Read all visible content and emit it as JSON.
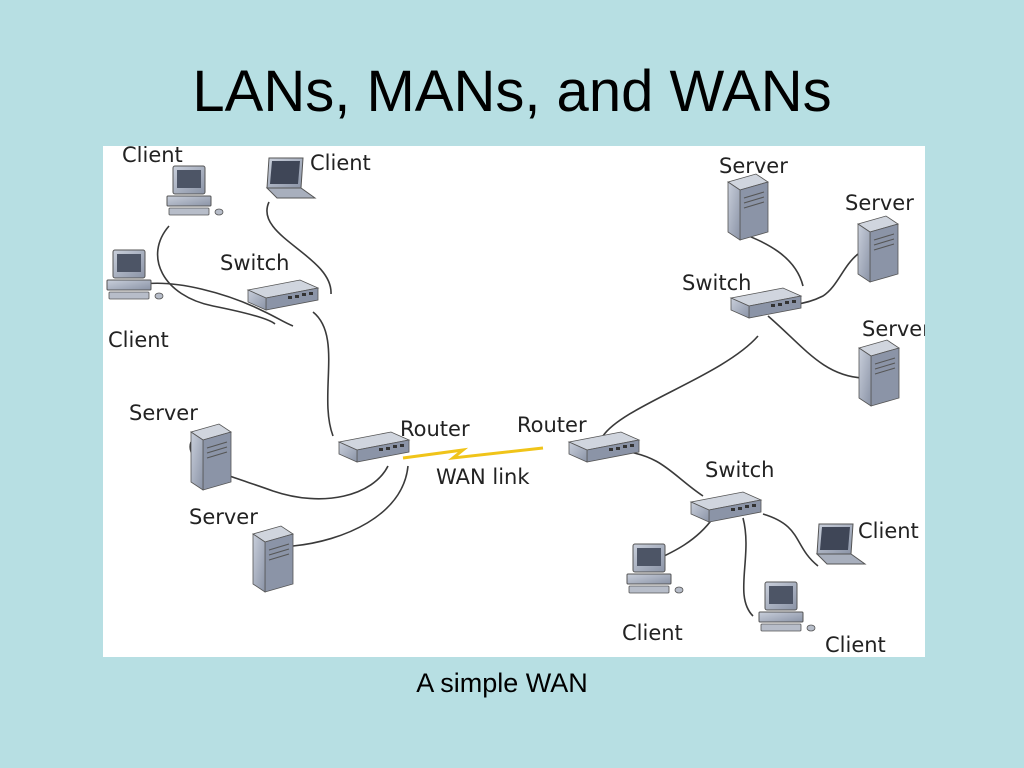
{
  "title": "LANs, MANs, and WANs",
  "caption": "A simple WAN",
  "diagram": {
    "labels": {
      "client_desktop_tl": "Client",
      "client_laptop_tl": "Client",
      "client_desktop_l": "Client",
      "switch_left": "Switch",
      "server_l1": "Server",
      "server_l2": "Server",
      "router_left": "Router",
      "router_right": "Router",
      "wan_link": "WAN link",
      "server_r1": "Server",
      "server_r2": "Server",
      "server_r3": "Server",
      "switch_right_top": "Switch",
      "switch_right_bottom": "Switch",
      "client_laptop_br": "Client",
      "client_desktop_b1": "Client",
      "client_desktop_b2": "Client"
    },
    "colors": {
      "background": "#b7dfe3",
      "panel": "#ffffff",
      "device": "#9aa3b3",
      "wan_link": "#f0c419"
    }
  }
}
